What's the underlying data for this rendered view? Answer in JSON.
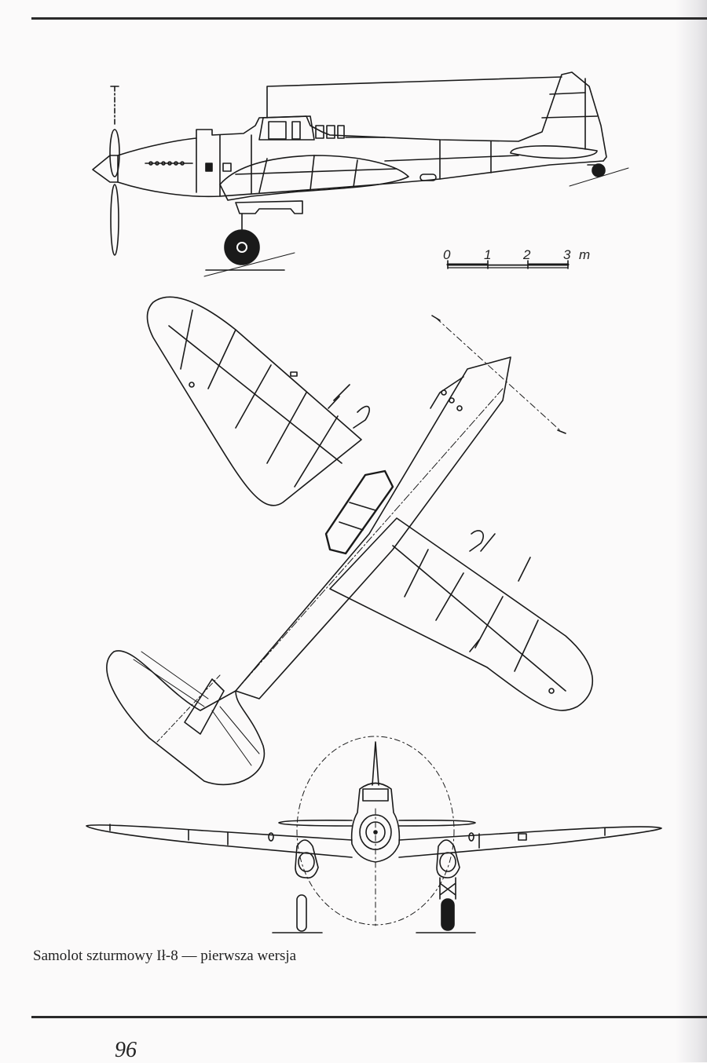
{
  "page": {
    "page_number": "96",
    "caption": "Samolot szturmowy Ił-8 — pierwsza wersja"
  },
  "figure": {
    "subject": "Ił-8 ground-attack aircraft, first version — three-view drawing",
    "views": [
      "side view",
      "top view",
      "front view"
    ],
    "scale_bar": {
      "ticks": [
        "0",
        "1",
        "2",
        "3"
      ],
      "unit": "m"
    }
  },
  "colors": {
    "ink": "#1a1a1a",
    "paper": "#fbfafa"
  }
}
